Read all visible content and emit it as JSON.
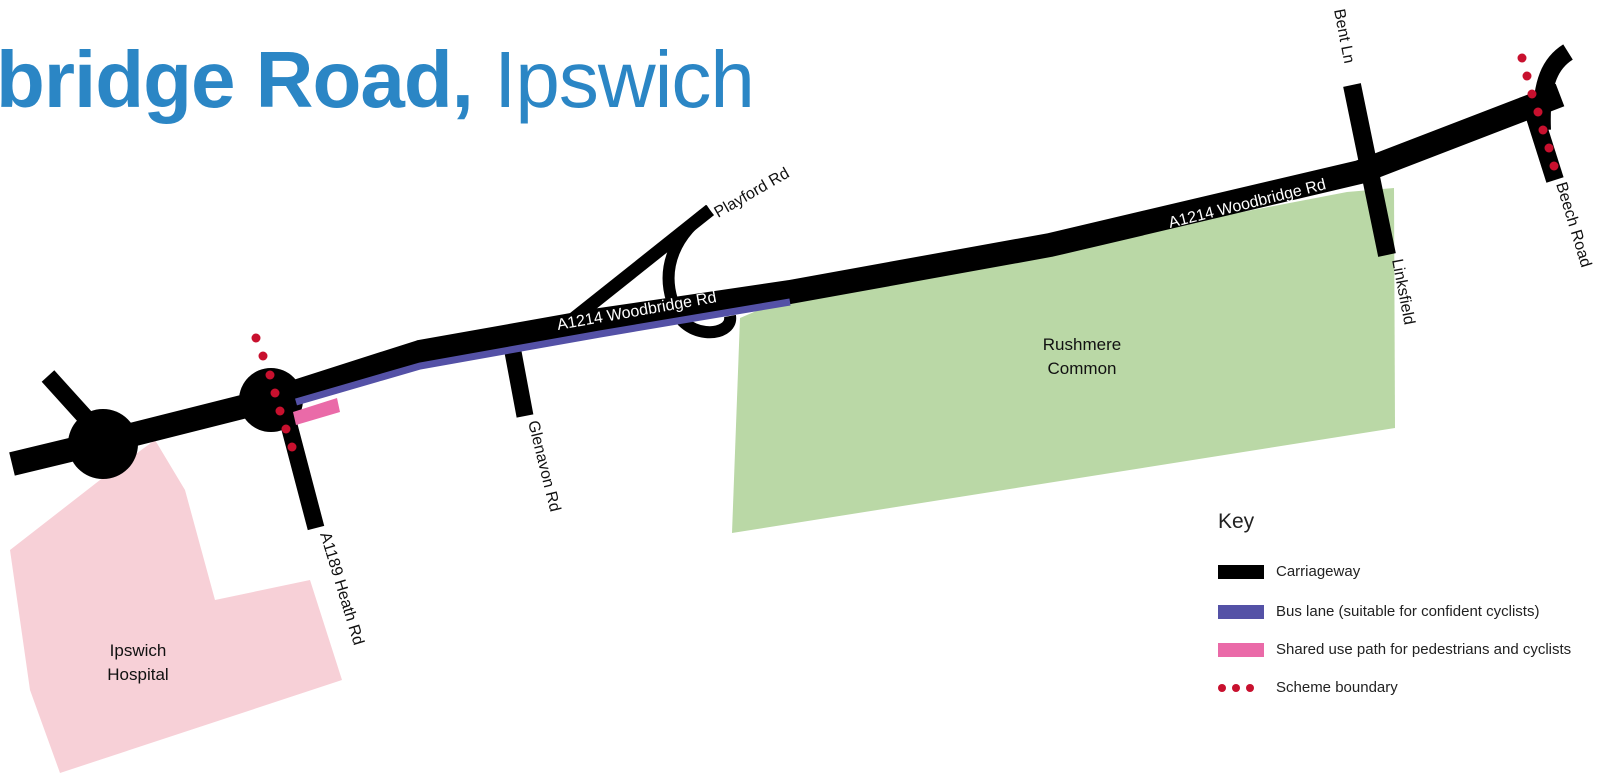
{
  "title": {
    "bold": "bridge Road,",
    "light": "Ipswich"
  },
  "labels": {
    "woodbridge_main": "A1214 Woodbridge Rd",
    "woodbridge_east": "A1214 Woodbridge Rd",
    "playford": "Playford Rd",
    "glenavon": "Glenavon Rd",
    "heath": "A1189 Heath Rd",
    "bent": "Bent Ln",
    "linksfield": "Linksfield",
    "beech": "Beech Road",
    "rushmere_1": "Rushmere",
    "rushmere_2": "Common",
    "hospital_1": "Ipswich",
    "hospital_2": "Hospital"
  },
  "key": {
    "title": "Key",
    "items": [
      {
        "label": "Carriageway",
        "color": "#000000"
      },
      {
        "label": "Bus lane (suitable for confident cyclists)",
        "color": "#5451a6"
      },
      {
        "label": "Shared use path for pedestrians and cyclists",
        "color": "#ea6aa8"
      },
      {
        "label": "Scheme boundary",
        "color": "#c8102e"
      }
    ]
  },
  "colors": {
    "road": "#000000",
    "bus_lane": "#5451a6",
    "shared_path": "#ea6aa8",
    "boundary": "#c8102e",
    "common": "#bad8a6",
    "hospital": "#f7d0d7",
    "title": "#2b86c5"
  }
}
